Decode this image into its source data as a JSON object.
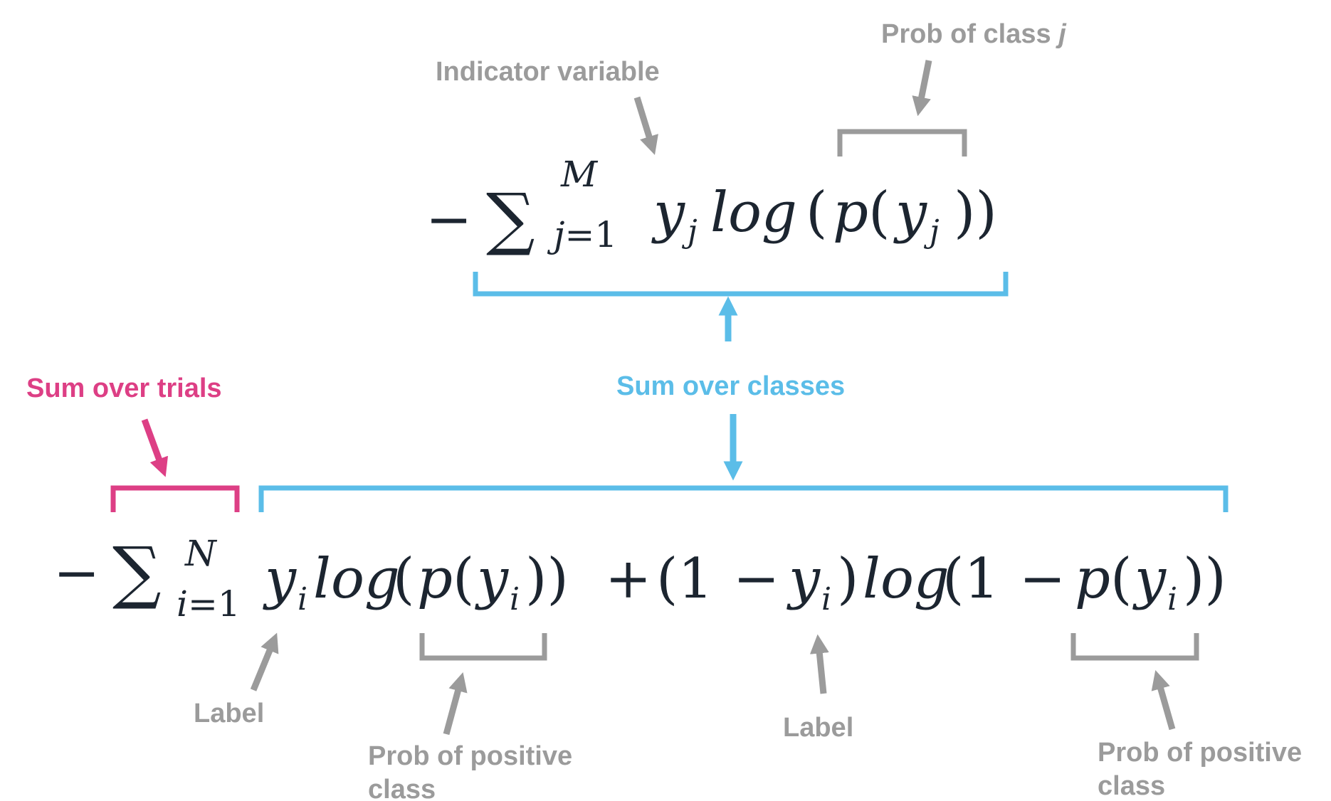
{
  "annotations": {
    "prob_class_j_prefix": "Prob of class ",
    "prob_class_j_var": "j",
    "indicator_variable": "Indicator variable",
    "sum_over_trials": "Sum over trials",
    "sum_over_classes": "Sum over classes",
    "label_left": "Label",
    "label_right": "Label",
    "prob_positive_left_line1": "Prob of positive",
    "prob_positive_left_line2": "class",
    "prob_positive_right_line1": "Prob of positive",
    "prob_positive_right_line2": "class"
  },
  "formula_top": {
    "minus": "−",
    "sigma": "∑",
    "upper": "M",
    "lower_var": "j",
    "lower_eq": "=1",
    "y": "y",
    "sub": "j",
    "log": "log",
    "open": "(",
    "p": "p",
    "open2": "(",
    "y2": "y",
    "sub2": "j",
    "close": "))"
  },
  "formula_bottom": {
    "minus": "−",
    "sigma": "∑",
    "upper": "N",
    "lower_var": "i",
    "lower_eq": "=1",
    "y1": "y",
    "sub1": "i",
    "log1": "log",
    "open1": "(",
    "p1": "p",
    "open1b": "(",
    "y2": "y",
    "sub2": "i",
    "close1": "))",
    "plus": "+",
    "open3": "(1",
    "minus2": "−",
    "y3": "y",
    "sub3": "i",
    "close3": ")",
    "log2": "log",
    "open4": "(1",
    "minus3": "−",
    "p2": "p",
    "open4b": "(",
    "y4": "y",
    "sub4": "i",
    "close4": "))"
  },
  "colors": {
    "gray": "#9b9b9b",
    "pink": "#dd3f85",
    "blue": "#5bbde8",
    "math": "#1c2530"
  }
}
